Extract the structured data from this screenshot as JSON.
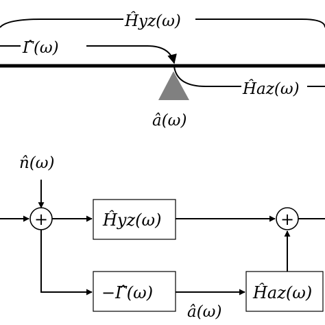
{
  "top_diagram": {
    "labels": {
      "h_yz": "Ĥyz(ω)",
      "gamma": "Γ̂(ω)",
      "h_az": "Ĥaz(ω)",
      "a_hat": "â(ω)"
    }
  },
  "block_diagram": {
    "labels": {
      "n_hat": "n̂(ω)",
      "a_hat": "â(ω)"
    },
    "blocks": {
      "h_yz": "Ĥyz(ω)",
      "neg_gamma": "−Γ̂(ω)",
      "h_az": "Ĥaz(ω)"
    },
    "summers": {
      "symbol": "+"
    }
  },
  "colors": {
    "ink": "#000000",
    "triangle": "#808080",
    "background": "#ffffff"
  }
}
